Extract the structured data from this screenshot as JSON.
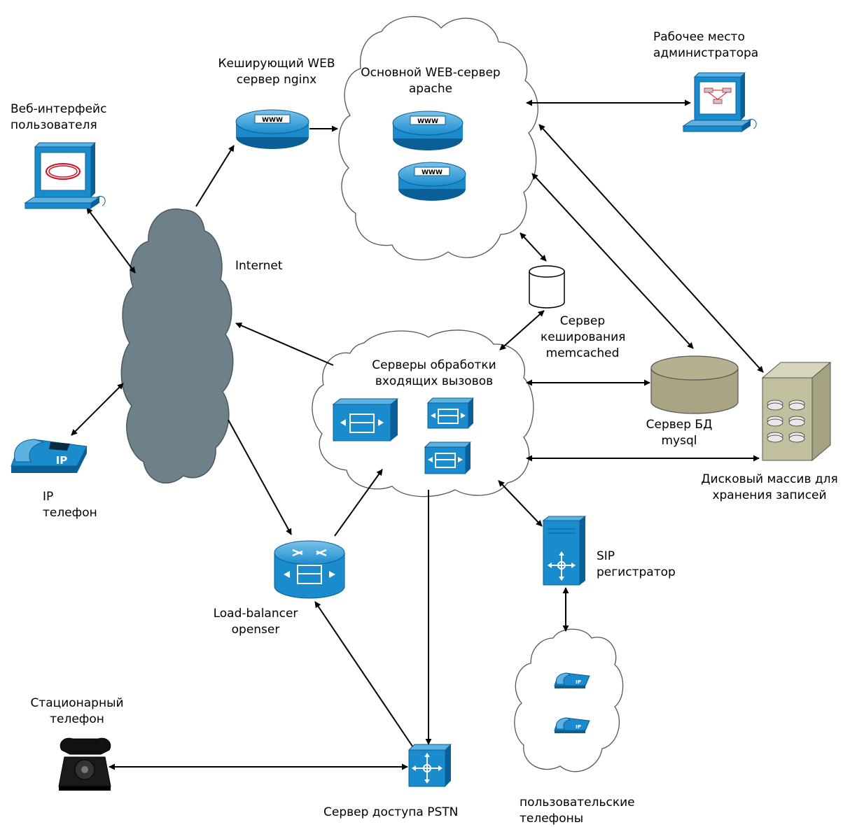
{
  "labels": {
    "web_ui": [
      "Веб-интерфейс",
      "пользователя"
    ],
    "nginx": [
      "Кеширующий WEB",
      "сервер nginx"
    ],
    "apache": [
      "Основной WEB-сервер",
      "apache"
    ],
    "admin": [
      "Рабочее место",
      "администратора"
    ],
    "internet": "Internet",
    "memcached": [
      "Сервер",
      "кеширования",
      "memcached"
    ],
    "call_servers": [
      "Серверы обработки",
      "входящих вызовов"
    ],
    "db": [
      "Сервер БД",
      "mysql"
    ],
    "storage": [
      "Дисковый массив для",
      "хранения записей"
    ],
    "ip_phone": [
      "IP",
      "телефон"
    ],
    "sip": [
      "SIP",
      "регистратор"
    ],
    "load_balancer": [
      "Load-balancer",
      "openser"
    ],
    "landline": [
      "Стационарный",
      "телефон"
    ],
    "pstn": "Сервер доступа PSTN",
    "user_phones": [
      "пользовательские",
      "телефоны"
    ]
  },
  "icon_text": {
    "www": "WWW",
    "ip": "IP"
  },
  "colors": {
    "device_blue": "#1a8ccd",
    "device_dark": "#0a5f96",
    "cloud_gray": "#6e808a",
    "db_tan": "#b5b08f",
    "storage_tan": "#c2bf9f"
  }
}
